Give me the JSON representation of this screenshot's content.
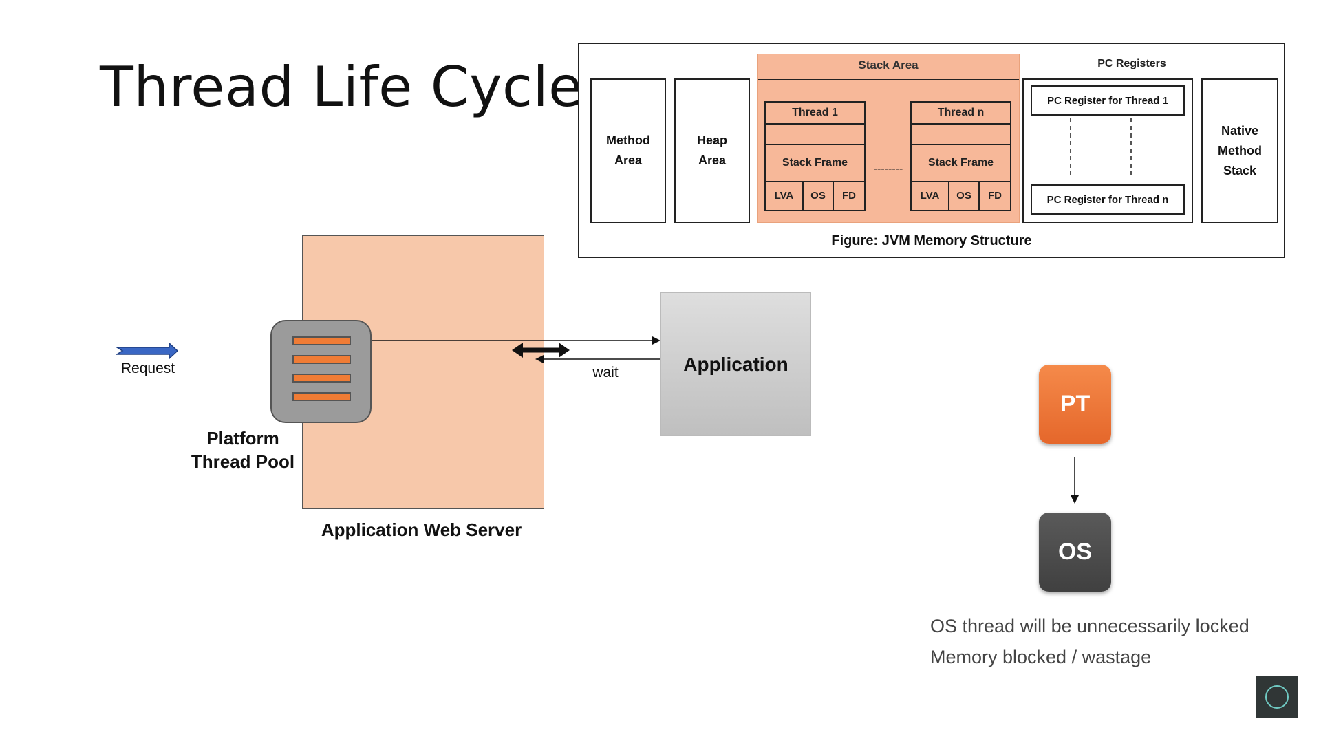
{
  "slide": {
    "title": "Thread Life Cycle"
  },
  "jvm": {
    "method_area": "Method\nArea",
    "heap_area": "Heap\nArea",
    "stack_area": "Stack Area",
    "thread_1": "Thread 1",
    "thread_n": "Thread n",
    "stack_frame": "Stack Frame",
    "cells": [
      "LVA",
      "OS",
      "FD"
    ],
    "dashes": "--------",
    "pc_registers": "PC Registers",
    "pc_thread_1": "PC Register for Thread 1",
    "pc_thread_n": "PC Register for Thread n",
    "native_stack": "Native\nMethod\nStack",
    "caption": "Figure: JVM Memory Structure"
  },
  "diagram": {
    "request": "Request",
    "pool": "Platform\nThread Pool",
    "server": "Application Web Server",
    "wait": "wait",
    "application": "Application"
  },
  "threads": {
    "pt": "PT",
    "os": "OS"
  },
  "notes": [
    "OS thread will be unnecessarily locked",
    "Memory blocked / wastage"
  ],
  "colors": {
    "stack": "#f7b899",
    "server": "#f7c8aa",
    "pt": "#ee7536",
    "os": "#4a4a4a",
    "pool_bar": "#f07c35",
    "request_arrow": "#3a67c4"
  }
}
